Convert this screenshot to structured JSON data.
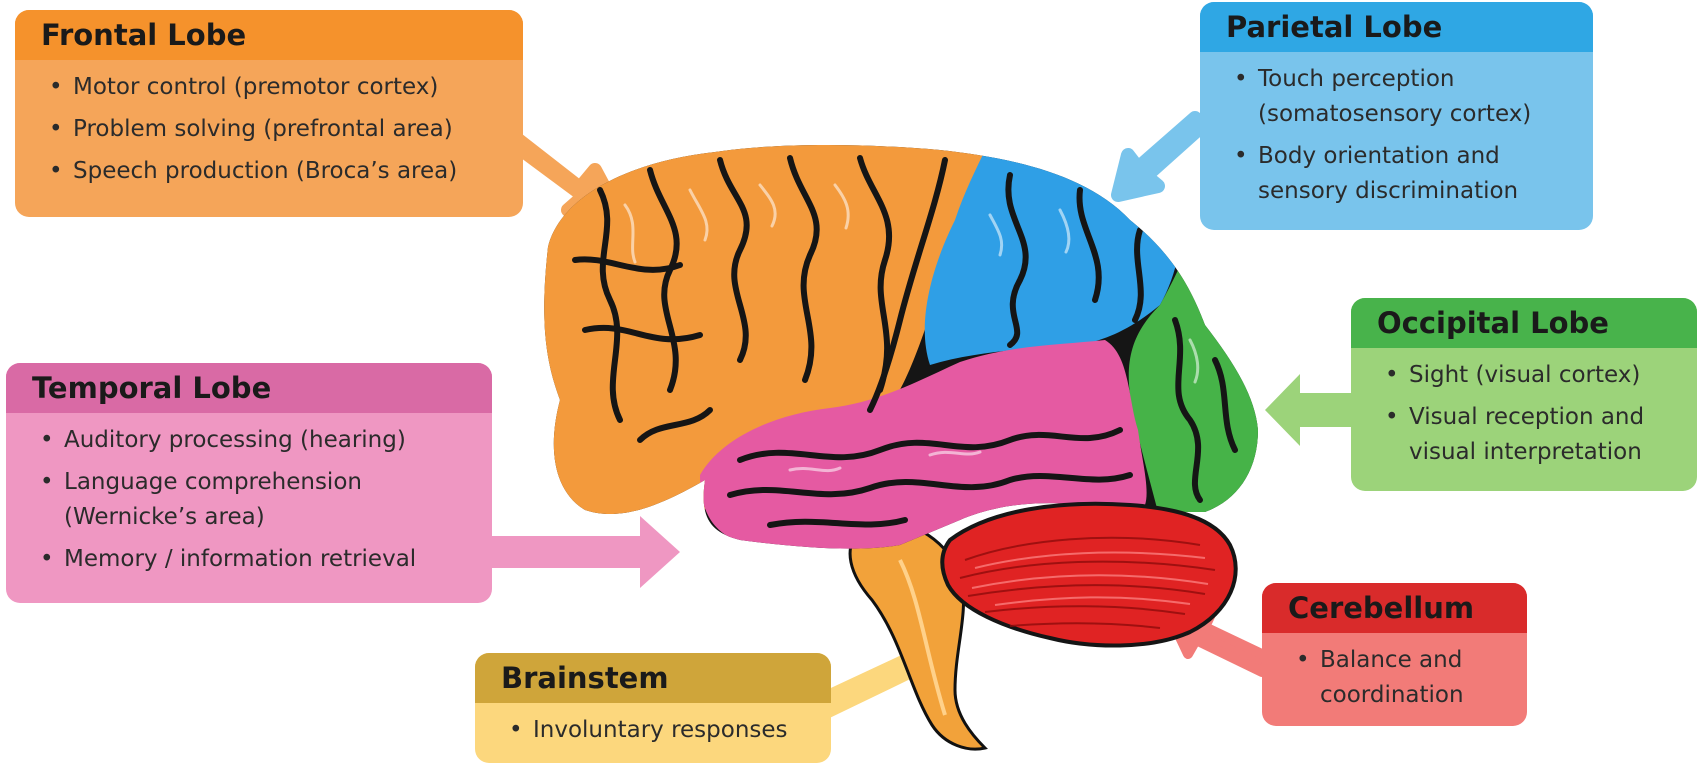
{
  "colors": {
    "frontal": "#f5922c",
    "parietal": "#2fa7e4",
    "occipital": "#48b34b",
    "temporal": "#d96aa5",
    "cerebellum": "#d92b2b",
    "brainstem": "#cfa53a"
  },
  "frontal": {
    "title": "Frontal Lobe",
    "items": [
      "Motor control (premotor cortex)",
      "Problem solving (prefrontal area)",
      "Speech production (Broca’s area)"
    ]
  },
  "parietal": {
    "title": "Parietal Lobe",
    "items": [
      "Touch perception\n(somatosensory cortex)",
      "Body orientation and\nsensory discrimination"
    ]
  },
  "occipital": {
    "title": "Occipital Lobe",
    "items": [
      "Sight (visual cortex)",
      "Visual reception and\nvisual interpretation"
    ]
  },
  "temporal": {
    "title": "Temporal Lobe",
    "items": [
      "Auditory processing (hearing)",
      "Language comprehension\n(Wernicke’s area)",
      "Memory / information retrieval"
    ]
  },
  "cerebellum": {
    "title": "Cerebellum",
    "items": [
      "Balance and\ncoordination"
    ]
  },
  "brainstem": {
    "title": "Brainstem",
    "items": [
      "Involuntary responses"
    ]
  }
}
